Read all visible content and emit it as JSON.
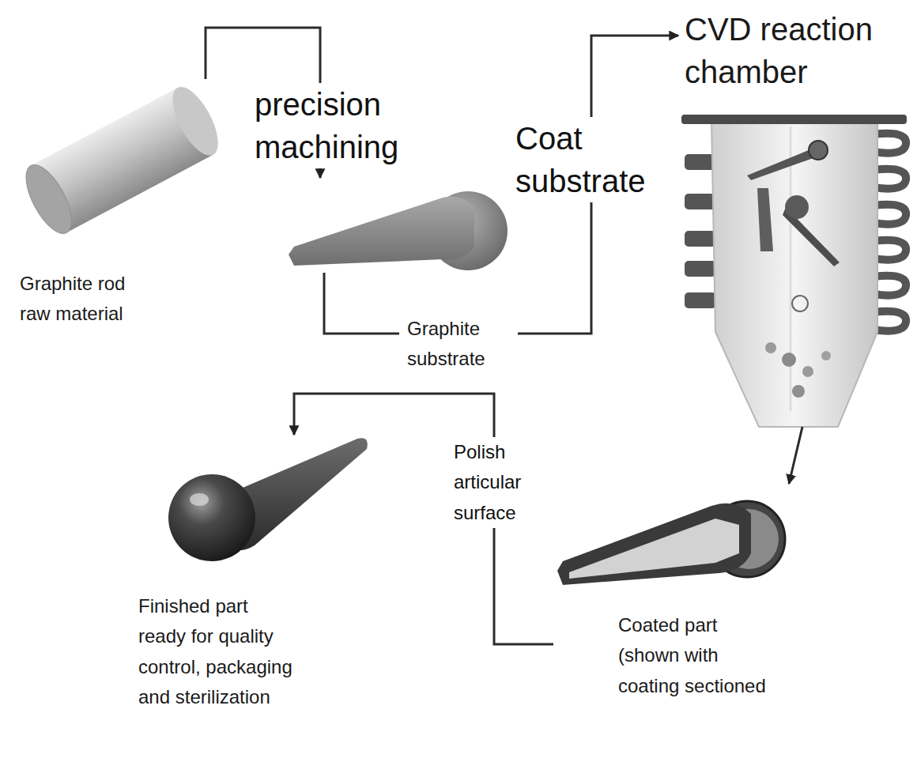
{
  "diagram": {
    "nodes": [
      {
        "text": [
          "Graphite rod raw material"
        ]
      },
      {
        "text": [
          "Graphite substrate"
        ]
      },
      {
        "text": [
          "CVD reaction chamber"
        ]
      },
      {
        "text": [
          "Coated part (shown with coating sectioned"
        ]
      },
      {
        "text": [
          "Finished part ready for quality control, packaging and sterilization"
        ]
      }
    ],
    "edges": [
      {
        "from": 0,
        "to": 1,
        "label": "precision machining",
        "arrow": "to"
      },
      {
        "from": 1,
        "to": 2,
        "label": "Coat substrate",
        "arrow": "to"
      },
      {
        "from": 2,
        "to": 3,
        "arrow": "to"
      },
      {
        "from": 3,
        "to": 4,
        "label": "Polish articular surface",
        "arrow": "to"
      }
    ]
  }
}
